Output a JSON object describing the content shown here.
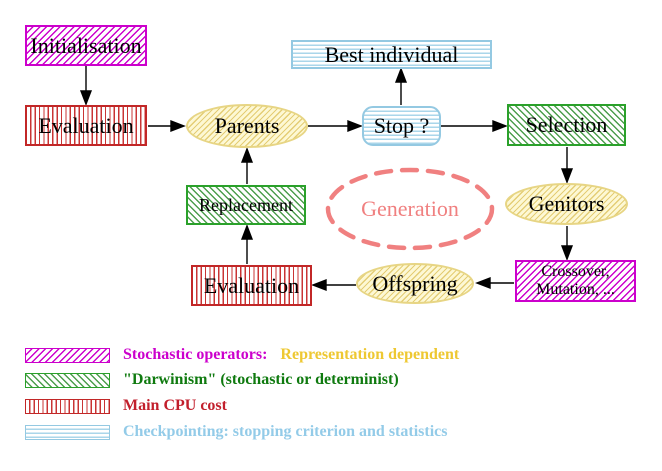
{
  "diagram": {
    "nodes": {
      "initialisation": "Initialisation",
      "evaluation_top": "Evaluation",
      "best_individual": "Best individual",
      "parents": "Parents",
      "stop": "Stop ?",
      "selection": "Selection",
      "replacement": "Replacement",
      "generation": "Generation",
      "genitors": "Genitors",
      "crossover_line1": "Crossover,",
      "crossover_line2": "Mutation, ...",
      "offspring": "Offspring",
      "evaluation_bottom": "Evaluation"
    },
    "edges": [
      "Initialisation -> Evaluation",
      "Evaluation -> Parents",
      "Parents -> Stop ?",
      "Stop ? -> Best individual",
      "Stop ? -> Selection",
      "Selection -> Genitors",
      "Genitors -> Crossover, Mutation, ...",
      "Crossover, Mutation, ... -> Offspring",
      "Offspring -> Evaluation",
      "Evaluation -> Replacement",
      "Replacement -> Parents"
    ],
    "legend": {
      "rows": [
        {
          "pattern": "magenta-diagonal-hatch",
          "label": "Stochastic operators:",
          "label2": "Representation dependent"
        },
        {
          "pattern": "green-diagonal-hatch",
          "label": "\"Darwinism\" (stochastic or determinist)",
          "label2": ""
        },
        {
          "pattern": "red-vertical-stripes",
          "label": "Main CPU cost",
          "label2": ""
        },
        {
          "pattern": "cyan-horizontal-stripes",
          "label": "Checkpointing: stopping criterion and statistics",
          "label2": ""
        }
      ]
    },
    "colors": {
      "magenta": "#cc00cc",
      "red": "#c22727",
      "green": "#2aa12a",
      "light_blue": "#aad6ea",
      "yellow": "#e7d584",
      "salmon": "#f08080",
      "gold": "#eec832",
      "arrow": "#000000",
      "text": "#000000",
      "background": "#ffffff"
    }
  }
}
